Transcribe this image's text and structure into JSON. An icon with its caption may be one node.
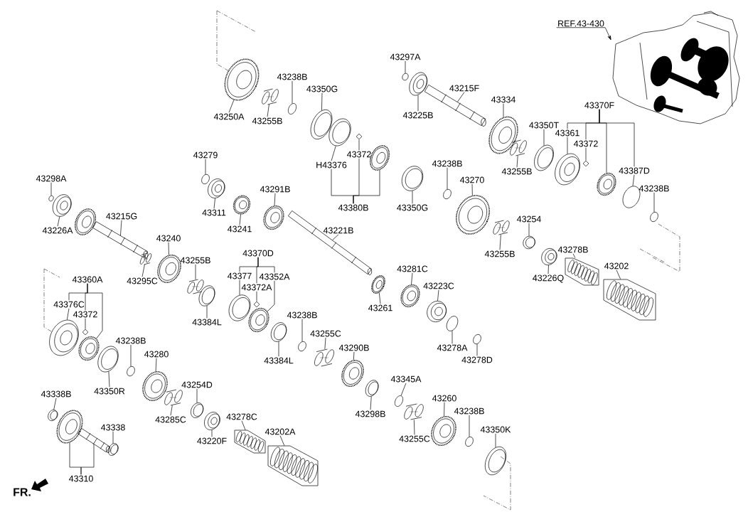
{
  "diagram": {
    "nodes": [
      {
        "text": [
          "REF.43-430"
        ]
      },
      {
        "text": [],
        "shape": "picture"
      },
      {
        "text": [
          "43250A"
        ]
      },
      {
        "text": [
          "43255B"
        ]
      },
      {
        "text": [
          "43238B"
        ]
      },
      {
        "text": [
          "43350G"
        ]
      },
      {
        "text": [
          "H43376"
        ]
      },
      {
        "text": [
          "43372"
        ]
      },
      {
        "text": [
          "43380B"
        ]
      },
      {
        "text": [
          "43297A"
        ]
      },
      {
        "text": [
          "43225B"
        ]
      },
      {
        "text": [
          "43215F"
        ]
      },
      {
        "text": [
          "43334"
        ]
      },
      {
        "text": [
          "43370F"
        ]
      },
      {
        "text": [
          "43350T"
        ]
      },
      {
        "text": [
          "43361"
        ]
      },
      {
        "text": [
          "43372"
        ]
      },
      {
        "text": [
          "43255B"
        ]
      },
      {
        "text": [
          "43387D"
        ]
      },
      {
        "text": [
          "43238B"
        ]
      },
      {
        "text": [
          "43350G"
        ]
      },
      {
        "text": [
          "43270"
        ]
      },
      {
        "text": [
          "43238B"
        ]
      },
      {
        "text": [
          "43298A"
        ]
      },
      {
        "text": [
          "43226A"
        ]
      },
      {
        "text": [
          "43215G"
        ]
      },
      {
        "text": [
          "43279"
        ]
      },
      {
        "text": [
          "43311"
        ]
      },
      {
        "text": [
          "43241"
        ]
      },
      {
        "text": [
          "43291B"
        ]
      },
      {
        "text": [
          "43221B"
        ]
      },
      {
        "text": [
          "43254"
        ]
      },
      {
        "text": [
          "43255B"
        ]
      },
      {
        "text": [
          "43226Q"
        ]
      },
      {
        "text": [
          "43278B"
        ]
      },
      {
        "text": [
          "43202"
        ]
      },
      {
        "text": [
          "43240"
        ]
      },
      {
        "text": [
          "43295C"
        ]
      },
      {
        "text": [
          "43255B"
        ]
      },
      {
        "text": [
          "43370D"
        ]
      },
      {
        "text": [
          "43377"
        ]
      },
      {
        "text": [
          "43352A"
        ]
      },
      {
        "text": [
          "43372A"
        ]
      },
      {
        "text": [
          "43384L"
        ]
      },
      {
        "text": [
          "43261"
        ]
      },
      {
        "text": [
          "43281C"
        ]
      },
      {
        "text": [
          "43223C"
        ]
      },
      {
        "text": [
          "43360A"
        ]
      },
      {
        "text": [
          "43376C"
        ]
      },
      {
        "text": [
          "43372"
        ]
      },
      {
        "text": [
          "43238B"
        ]
      },
      {
        "text": [
          "43384L"
        ]
      },
      {
        "text": [
          "43255C"
        ]
      },
      {
        "text": [
          "43290B"
        ]
      },
      {
        "text": [
          "43278A"
        ]
      },
      {
        "text": [
          "43278D"
        ]
      },
      {
        "text": [
          "43238B"
        ]
      },
      {
        "text": [
          "43350R"
        ]
      },
      {
        "text": [
          "43280"
        ]
      },
      {
        "text": [
          "43345A"
        ]
      },
      {
        "text": [
          "43298B"
        ]
      },
      {
        "text": [
          "43260"
        ]
      },
      {
        "text": [
          "43255C"
        ]
      },
      {
        "text": [
          "43238B"
        ]
      },
      {
        "text": [
          "43350K"
        ]
      },
      {
        "text": [
          "43254D"
        ]
      },
      {
        "text": [
          "43285C"
        ]
      },
      {
        "text": [
          "43338B"
        ]
      },
      {
        "text": [
          "43338"
        ]
      },
      {
        "text": [
          "43220F"
        ]
      },
      {
        "text": [
          "43278C"
        ]
      },
      {
        "text": [
          "43202A"
        ]
      },
      {
        "text": [
          "43310"
        ]
      },
      {
        "text": [],
        "shape": "gear"
      },
      {
        "text": [],
        "shape": "cylinder"
      },
      {
        "text": [],
        "shape": "clip"
      },
      {
        "text": [],
        "shape": "ring"
      },
      {
        "text": [],
        "shape": "ring"
      },
      {
        "text": [],
        "shape": "diamond"
      },
      {
        "text": [],
        "shape": "gear"
      },
      {
        "text": [],
        "shape": "clip"
      },
      {
        "text": [],
        "shape": "bearing"
      },
      {
        "text": [],
        "shape": "gear"
      },
      {
        "text": [],
        "shape": "cylinder"
      },
      {
        "text": [],
        "shape": "ring"
      },
      {
        "text": [],
        "shape": "bearing"
      },
      {
        "text": [],
        "shape": "diamond"
      },
      {
        "text": [],
        "shape": "gear"
      },
      {
        "text": [],
        "shape": "clip"
      },
      {
        "text": [],
        "shape": "clip"
      },
      {
        "text": [],
        "shape": "ring"
      },
      {
        "text": [],
        "shape": "clip"
      },
      {
        "text": [],
        "shape": "gear"
      },
      {
        "text": [],
        "shape": "cylinder"
      },
      {
        "text": [],
        "shape": "ring"
      },
      {
        "text": [],
        "shape": "bearing"
      },
      {
        "text": [],
        "shape": "clip"
      },
      {
        "text": [],
        "shape": "bearing"
      },
      {
        "text": [],
        "shape": "gear"
      },
      {
        "text": [],
        "shape": "cylinder"
      },
      {
        "text": [],
        "shape": "gear"
      },
      {
        "text": [],
        "shape": "cylinder"
      },
      {
        "text": [],
        "shape": "ring"
      },
      {
        "text": [],
        "shape": "clip"
      },
      {
        "text": [],
        "shape": "bearing"
      },
      {
        "text": [],
        "shape": "gear"
      },
      {
        "text": [],
        "shape": "gear"
      },
      {
        "text": [],
        "shape": "gear"
      },
      {
        "text": [],
        "shape": "gear"
      },
      {
        "text": [],
        "shape": "bearing"
      },
      {
        "text": [],
        "shape": "clip"
      },
      {
        "text": [],
        "shape": "clip"
      },
      {
        "text": [],
        "shape": "ring"
      },
      {
        "text": [],
        "shape": "diamond"
      },
      {
        "text": [],
        "shape": "gear"
      },
      {
        "text": [],
        "shape": "ring"
      },
      {
        "text": [],
        "shape": "clip"
      },
      {
        "text": [],
        "shape": "cylinder"
      },
      {
        "text": [],
        "shape": "gear"
      },
      {
        "text": [],
        "shape": "ring"
      },
      {
        "text": [],
        "shape": "cylinder"
      },
      {
        "text": [],
        "shape": "gear"
      },
      {
        "text": [],
        "shape": "clip"
      },
      {
        "text": [],
        "shape": "ring"
      },
      {
        "text": [],
        "shape": "bearing"
      },
      {
        "text": [],
        "shape": "diamond"
      },
      {
        "text": [],
        "shape": "gear"
      },
      {
        "text": [],
        "shape": "clip"
      },
      {
        "text": [],
        "shape": "ring"
      },
      {
        "text": [],
        "shape": "gear"
      },
      {
        "text": [],
        "shape": "cylinder"
      },
      {
        "text": [],
        "shape": "ring"
      },
      {
        "text": [],
        "shape": "bearing"
      },
      {
        "text": [],
        "shape": "ring"
      },
      {
        "text": [],
        "shape": "gear"
      },
      {
        "text": [],
        "shape": "ring"
      },
      {
        "text": [],
        "shape": "clip"
      },
      {
        "text": [],
        "shape": "shaft"
      },
      {
        "text": [],
        "shape": "shaft"
      },
      {
        "text": [],
        "shape": "shaft"
      },
      {
        "text": [],
        "shape": "shaft"
      },
      {
        "text": [],
        "shape": "spring"
      },
      {
        "text": [],
        "shape": "spring"
      },
      {
        "text": [],
        "shape": "spring"
      },
      {
        "text": [],
        "shape": "spring"
      }
    ],
    "edges": [
      {
        "from": 0,
        "to": 1,
        "arrow": "to"
      },
      {
        "from": 2,
        "to": 73,
        "arrow": "none"
      },
      {
        "from": 3,
        "to": 74,
        "arrow": "none"
      },
      {
        "from": 4,
        "to": 75,
        "arrow": "none"
      },
      {
        "from": 5,
        "to": 76,
        "arrow": "none"
      },
      {
        "from": 6,
        "to": 77,
        "arrow": "none"
      },
      {
        "from": 7,
        "to": 78,
        "arrow": "none"
      },
      {
        "from": 8,
        "to": 6,
        "arrow": "none"
      },
      {
        "from": 8,
        "to": 7,
        "arrow": "none"
      },
      {
        "from": 8,
        "to": 79,
        "arrow": "none"
      },
      {
        "from": 9,
        "to": 80,
        "arrow": "none"
      },
      {
        "from": 10,
        "to": 81,
        "arrow": "none"
      },
      {
        "from": 11,
        "to": 137,
        "arrow": "none"
      },
      {
        "from": 12,
        "to": 82,
        "arrow": "none"
      },
      {
        "from": 13,
        "to": 15,
        "arrow": "none"
      },
      {
        "from": 13,
        "to": 16,
        "arrow": "none"
      },
      {
        "from": 13,
        "to": 87,
        "arrow": "none"
      },
      {
        "from": 13,
        "to": 18,
        "arrow": "none"
      },
      {
        "from": 14,
        "to": 84,
        "arrow": "none"
      },
      {
        "from": 15,
        "to": 85,
        "arrow": "none"
      },
      {
        "from": 16,
        "to": 86,
        "arrow": "none"
      },
      {
        "from": 17,
        "to": 83,
        "arrow": "none"
      },
      {
        "from": 18,
        "to": 88,
        "arrow": "none"
      },
      {
        "from": 19,
        "to": 91,
        "arrow": "none"
      },
      {
        "from": 20,
        "to": 90,
        "arrow": "none"
      },
      {
        "from": 21,
        "to": 92,
        "arrow": "none"
      },
      {
        "from": 22,
        "to": 89,
        "arrow": "none"
      },
      {
        "from": 23,
        "to": 96,
        "arrow": "none"
      },
      {
        "from": 24,
        "to": 97,
        "arrow": "none"
      },
      {
        "from": 25,
        "to": 138,
        "arrow": "none"
      },
      {
        "from": 26,
        "to": 103,
        "arrow": "none"
      },
      {
        "from": 27,
        "to": 104,
        "arrow": "none"
      },
      {
        "from": 28,
        "to": 105,
        "arrow": "none"
      },
      {
        "from": 29,
        "to": 106,
        "arrow": "none"
      },
      {
        "from": 30,
        "to": 139,
        "arrow": "none"
      },
      {
        "from": 31,
        "to": 94,
        "arrow": "none"
      },
      {
        "from": 32,
        "to": 93,
        "arrow": "none"
      },
      {
        "from": 33,
        "to": 95,
        "arrow": "none"
      },
      {
        "from": 34,
        "to": 141,
        "arrow": "none"
      },
      {
        "from": 35,
        "to": 142,
        "arrow": "none"
      },
      {
        "from": 36,
        "to": 100,
        "arrow": "none"
      },
      {
        "from": 37,
        "to": 99,
        "arrow": "none"
      },
      {
        "from": 38,
        "to": 101,
        "arrow": "none"
      },
      {
        "from": 39,
        "to": 40,
        "arrow": "none"
      },
      {
        "from": 39,
        "to": 42,
        "arrow": "none"
      },
      {
        "from": 39,
        "to": 41,
        "arrow": "none"
      },
      {
        "from": 40,
        "to": 112,
        "arrow": "none"
      },
      {
        "from": 41,
        "to": 114,
        "arrow": "none"
      },
      {
        "from": 42,
        "to": 113,
        "arrow": "none"
      },
      {
        "from": 43,
        "to": 102,
        "arrow": "none"
      },
      {
        "from": 44,
        "to": 107,
        "arrow": "none"
      },
      {
        "from": 45,
        "to": 108,
        "arrow": "none"
      },
      {
        "from": 46,
        "to": 109,
        "arrow": "none"
      },
      {
        "from": 47,
        "to": 48,
        "arrow": "none"
      },
      {
        "from": 47,
        "to": 49,
        "arrow": "none"
      },
      {
        "from": 47,
        "to": 126,
        "arrow": "none"
      },
      {
        "from": 48,
        "to": 124,
        "arrow": "none"
      },
      {
        "from": 49,
        "to": 125,
        "arrow": "none"
      },
      {
        "from": 50,
        "to": 116,
        "arrow": "none"
      },
      {
        "from": 51,
        "to": 115,
        "arrow": "none"
      },
      {
        "from": 52,
        "to": 117,
        "arrow": "none"
      },
      {
        "from": 53,
        "to": 118,
        "arrow": "none"
      },
      {
        "from": 54,
        "to": 110,
        "arrow": "none"
      },
      {
        "from": 55,
        "to": 111,
        "arrow": "none"
      },
      {
        "from": 56,
        "to": 127,
        "arrow": "none"
      },
      {
        "from": 57,
        "to": 128,
        "arrow": "none"
      },
      {
        "from": 58,
        "to": 129,
        "arrow": "none"
      },
      {
        "from": 59,
        "to": 136,
        "arrow": "none"
      },
      {
        "from": 60,
        "to": 119,
        "arrow": "none"
      },
      {
        "from": 61,
        "to": 121,
        "arrow": "none"
      },
      {
        "from": 62,
        "to": 120,
        "arrow": "none"
      },
      {
        "from": 63,
        "to": 122,
        "arrow": "none"
      },
      {
        "from": 64,
        "to": 123,
        "arrow": "none"
      },
      {
        "from": 65,
        "to": 131,
        "arrow": "none"
      },
      {
        "from": 66,
        "to": 130,
        "arrow": "none"
      },
      {
        "from": 67,
        "to": 133,
        "arrow": "none"
      },
      {
        "from": 68,
        "to": 135,
        "arrow": "none"
      },
      {
        "from": 69,
        "to": 132,
        "arrow": "none"
      },
      {
        "from": 70,
        "to": 143,
        "arrow": "none"
      },
      {
        "from": 71,
        "to": 144,
        "arrow": "none"
      },
      {
        "from": 72,
        "to": 134,
        "arrow": "none"
      },
      {
        "from": 72,
        "to": 140,
        "arrow": "none"
      }
    ],
    "labels": [
      "FR."
    ]
  }
}
